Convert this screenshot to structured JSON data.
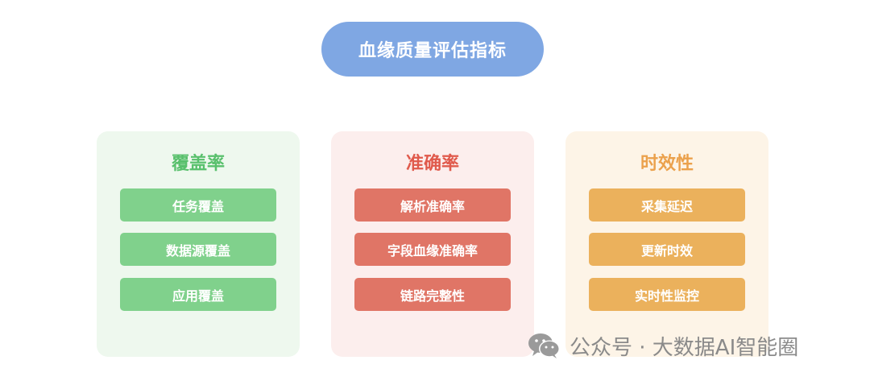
{
  "root": {
    "label": "血缘质量评估指标"
  },
  "cards": [
    {
      "title": "覆盖率",
      "color": "#58c06c",
      "items": [
        "任务覆盖",
        "数据源覆盖",
        "应用覆盖"
      ]
    },
    {
      "title": "准确率",
      "color": "#e05a4c",
      "items": [
        "解析准确率",
        "字段血缘准确率",
        "链路完整性"
      ]
    },
    {
      "title": "时效性",
      "color": "#eba14c",
      "items": [
        "采集延迟",
        "更新时效",
        "实时性监控"
      ]
    }
  ],
  "watermark": {
    "icon": "wechat-icon",
    "text": "公众号 · 大数据AI智能圈"
  }
}
